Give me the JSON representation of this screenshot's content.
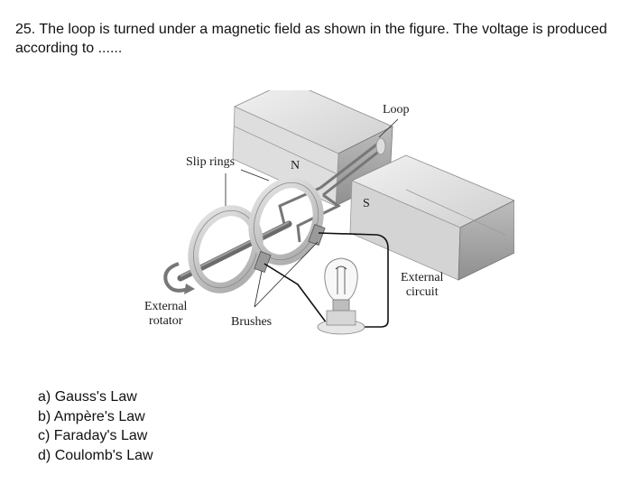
{
  "question": {
    "number": "25.",
    "text": "The loop is turned under a magnetic field as shown in the figure. The voltage is produced according to ......"
  },
  "figure": {
    "labels": {
      "loop": "Loop",
      "slip_rings": "Slip rings",
      "north_pole": "N",
      "south_pole": "S",
      "external_circuit": [
        "External",
        "circuit"
      ],
      "external_rotator": [
        "External",
        "rotator"
      ],
      "brushes": "Brushes"
    }
  },
  "options": [
    {
      "letter": "a)",
      "text": "Gauss's Law"
    },
    {
      "letter": "b)",
      "text": "Ampère's Law"
    },
    {
      "letter": "c)",
      "text": "Faraday's Law"
    },
    {
      "letter": "d)",
      "text": "Coulomb's Law"
    }
  ]
}
